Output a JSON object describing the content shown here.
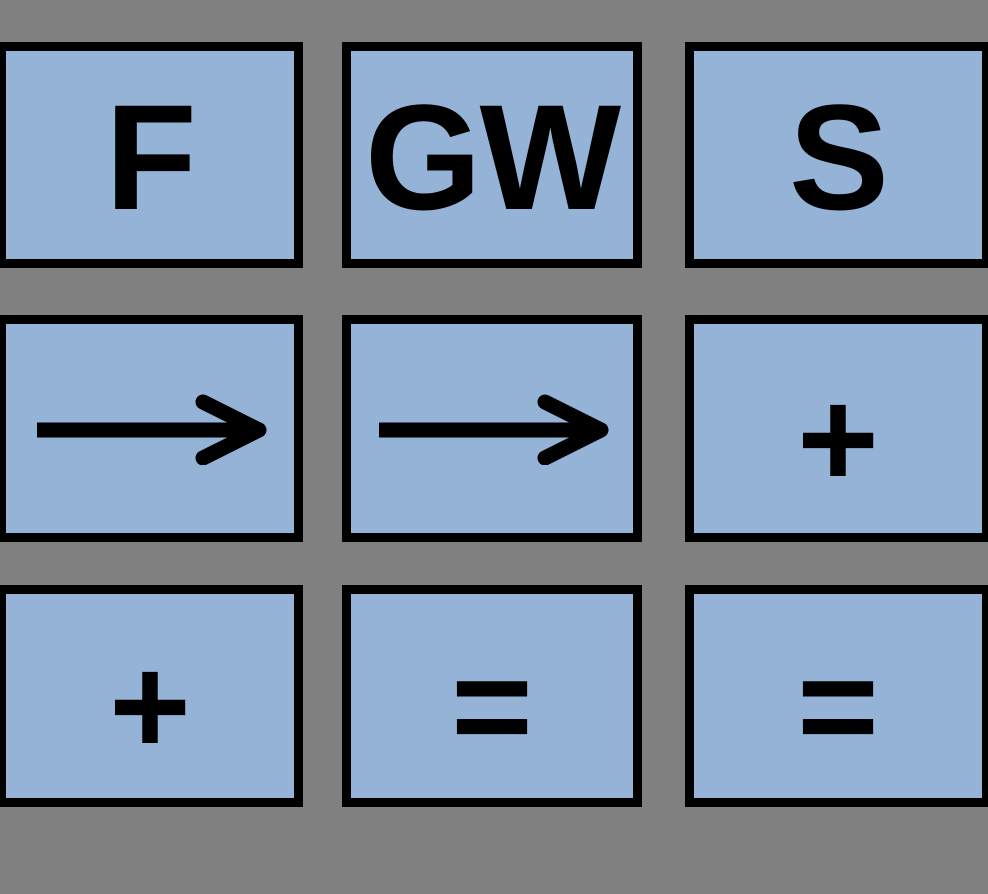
{
  "colors": {
    "background": "#808080",
    "box_fill": "#95B3D7",
    "box_border": "#000000",
    "glyph": "#000000"
  },
  "grid": {
    "rows": 3,
    "cols": 3,
    "cells": [
      {
        "id": "box-f",
        "row": 1,
        "col": 1,
        "type": "text",
        "label": "F"
      },
      {
        "id": "box-gw",
        "row": 1,
        "col": 2,
        "type": "text",
        "label": "GW"
      },
      {
        "id": "box-s",
        "row": 1,
        "col": 3,
        "type": "text",
        "label": "S"
      },
      {
        "id": "box-arrow-1",
        "row": 2,
        "col": 1,
        "type": "icon",
        "icon": "arrow-right-icon"
      },
      {
        "id": "box-arrow-2",
        "row": 2,
        "col": 2,
        "type": "icon",
        "icon": "arrow-right-icon"
      },
      {
        "id": "box-plus-1",
        "row": 2,
        "col": 3,
        "type": "text",
        "label": "+"
      },
      {
        "id": "box-plus-2",
        "row": 3,
        "col": 1,
        "type": "text",
        "label": "+"
      },
      {
        "id": "box-equals-1",
        "row": 3,
        "col": 2,
        "type": "text",
        "label": "="
      },
      {
        "id": "box-equals-2",
        "row": 3,
        "col": 3,
        "type": "text",
        "label": "="
      }
    ]
  }
}
